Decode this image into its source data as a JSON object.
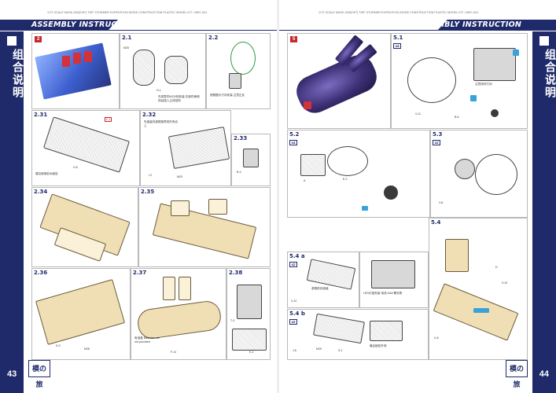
{
  "spread": {
    "top_caption": "1/72 SCALE MASK-002(EXP) TIEF STURMER EXPEDITION MODE CONSTRUCTION PLASTIC MODEL KIT / MEC-001",
    "header_title": "ASSEMBLY INSTRUCTION",
    "side_title_cn": "组合说明",
    "logo_text": "模の旅"
  },
  "left_page": {
    "page_number": "43",
    "steps": {
      "s2_badge": "2",
      "s2_1": "2.1",
      "s2_2": "2.2",
      "s2_31": "2.31",
      "s2_32": "2.32",
      "s2_33": "2.33",
      "s2_34": "2.34",
      "s2_35": "2.35",
      "s2_36": "2.36",
      "s2_37": "2.37",
      "s2_38": "2.38"
    },
    "notes": {
      "n2_1": "先将零件M2分别安装 在部件两侧 然后插入主体结构",
      "n2_2": "按照图示方向安装 注意正反",
      "n2_31": "建议使用胶水固定",
      "n2_32": "先组装内部框架再将外壳合上",
      "n2_37": "电池盒 Batteries are not provided"
    },
    "tags": [
      "M25",
      "G-1",
      "F-1",
      "H-6",
      "I-2",
      "M20",
      "B-3",
      "D-9",
      "M28",
      "F-12",
      "T-3",
      "K-2"
    ]
  },
  "right_page": {
    "page_number": "44",
    "steps": {
      "s5_badge": "5",
      "s5_1": "5.1",
      "s5_2": "5.2",
      "s5_3": "5.3",
      "s5_4": "5.4",
      "s5_4a": "5.4 a",
      "s5_4b": "5.4 b"
    },
    "quantities": {
      "q5_1": "x4",
      "q5_2": "x4",
      "q5_3": "x2",
      "q5_4a": "x2",
      "q5_4b": "x2"
    },
    "notes": {
      "n5_1": "注意线材方向",
      "n5_4": "LED灯组安装 电池 AAA 需另购",
      "n5_4a": "参照前页组装",
      "n5_4b": "最后固定外壳"
    },
    "tags": [
      "V-11",
      "B-6",
      "A",
      "E-3",
      "V-8",
      "D",
      "V-10",
      "U-6",
      "V-12",
      "M29",
      "S-1",
      "J-6"
    ]
  },
  "colors": {
    "navy": "#1f2a6b",
    "step_red": "#c6282b",
    "part_tan": "#f0dfb4",
    "accent_blue": "#39a3d9"
  }
}
